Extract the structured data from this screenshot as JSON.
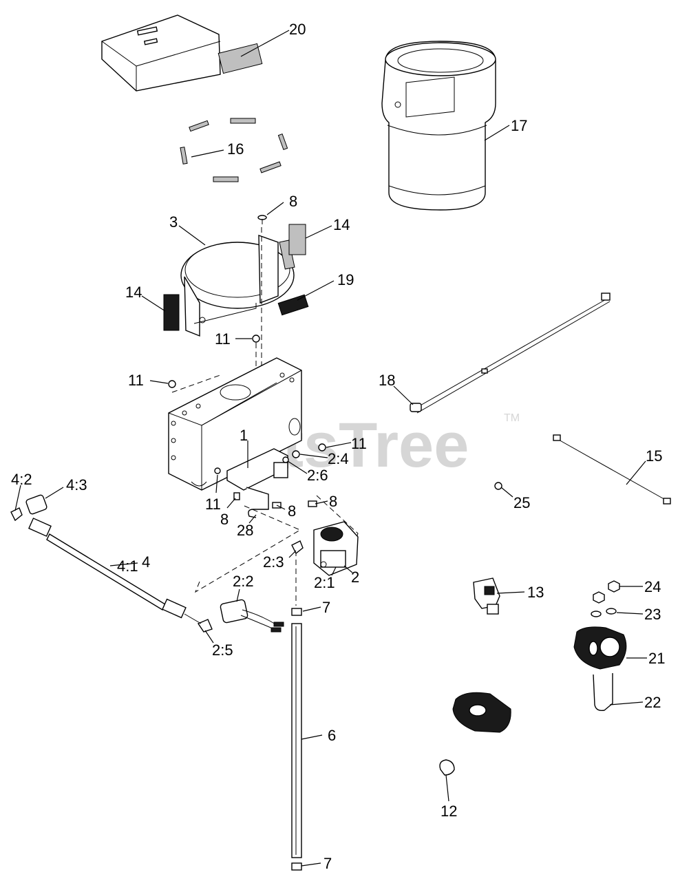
{
  "watermark": {
    "text": "PartsTree",
    "tm": "TM"
  },
  "callouts": [
    {
      "id": "20",
      "label": "20"
    },
    {
      "id": "16",
      "label": "16"
    },
    {
      "id": "17",
      "label": "17"
    },
    {
      "id": "8a",
      "label": "8"
    },
    {
      "id": "3",
      "label": "3"
    },
    {
      "id": "14a",
      "label": "14"
    },
    {
      "id": "14b",
      "label": "14"
    },
    {
      "id": "19",
      "label": "19"
    },
    {
      "id": "11a",
      "label": "11"
    },
    {
      "id": "11b",
      "label": "11"
    },
    {
      "id": "18",
      "label": "18"
    },
    {
      "id": "1",
      "label": "1"
    },
    {
      "id": "11c",
      "label": "11"
    },
    {
      "id": "2_4",
      "label": "2:4"
    },
    {
      "id": "15",
      "label": "15"
    },
    {
      "id": "2_6",
      "label": "2:6"
    },
    {
      "id": "4_2",
      "label": "4:2"
    },
    {
      "id": "4_3",
      "label": "4:3"
    },
    {
      "id": "11d",
      "label": "11"
    },
    {
      "id": "8b",
      "label": "8"
    },
    {
      "id": "8c",
      "label": "8"
    },
    {
      "id": "8d",
      "label": "8"
    },
    {
      "id": "25",
      "label": "25"
    },
    {
      "id": "28",
      "label": "28"
    },
    {
      "id": "4_1",
      "label": "4:1"
    },
    {
      "id": "4",
      "label": "4"
    },
    {
      "id": "2_3",
      "label": "2:3"
    },
    {
      "id": "2_1",
      "label": "2:1"
    },
    {
      "id": "2",
      "label": "2"
    },
    {
      "id": "2_2",
      "label": "2:2"
    },
    {
      "id": "13",
      "label": "13"
    },
    {
      "id": "24",
      "label": "24"
    },
    {
      "id": "7a",
      "label": "7"
    },
    {
      "id": "23",
      "label": "23"
    },
    {
      "id": "2_5",
      "label": "2:5"
    },
    {
      "id": "21",
      "label": "21"
    },
    {
      "id": "22",
      "label": "22"
    },
    {
      "id": "6",
      "label": "6"
    },
    {
      "id": "12",
      "label": "12"
    },
    {
      "id": "7b",
      "label": "7"
    }
  ]
}
